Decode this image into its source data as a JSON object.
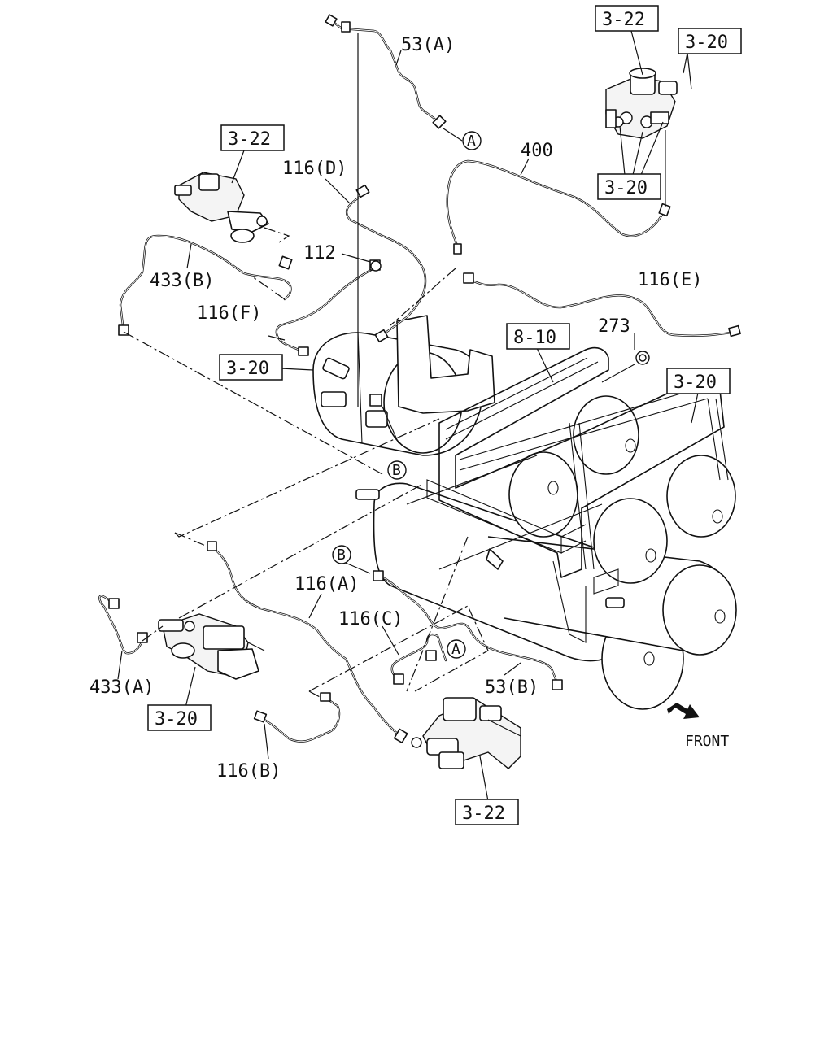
{
  "labels": {
    "pipe_53a": "53(A)",
    "pipe_53b": "53(B)",
    "pipe_400": "400",
    "pipe_116a": "116(A)",
    "pipe_116b": "116(B)",
    "pipe_116c": "116(C)",
    "pipe_116d": "116(D)",
    "pipe_116e": "116(E)",
    "pipe_116f": "116(F)",
    "part_112": "112",
    "part_273": "273",
    "pipe_433a": "433(A)",
    "pipe_433b": "433(B)",
    "front": "FRONT"
  },
  "refs": {
    "r_top_322": "3-22",
    "r_top_320": "3-20",
    "r_top_320b": "3-20",
    "r_left_322": "3-22",
    "r_mid_320": "3-20",
    "r_810": "8-10",
    "r_right_320": "3-20",
    "r_bl_320": "3-20",
    "r_bot_322": "3-22"
  },
  "markers": {
    "a_top": "A",
    "a_bottom": "A",
    "b_mid": "B",
    "b_left": "B"
  },
  "icons": {
    "front_arrow": "front-arrow-icon"
  }
}
